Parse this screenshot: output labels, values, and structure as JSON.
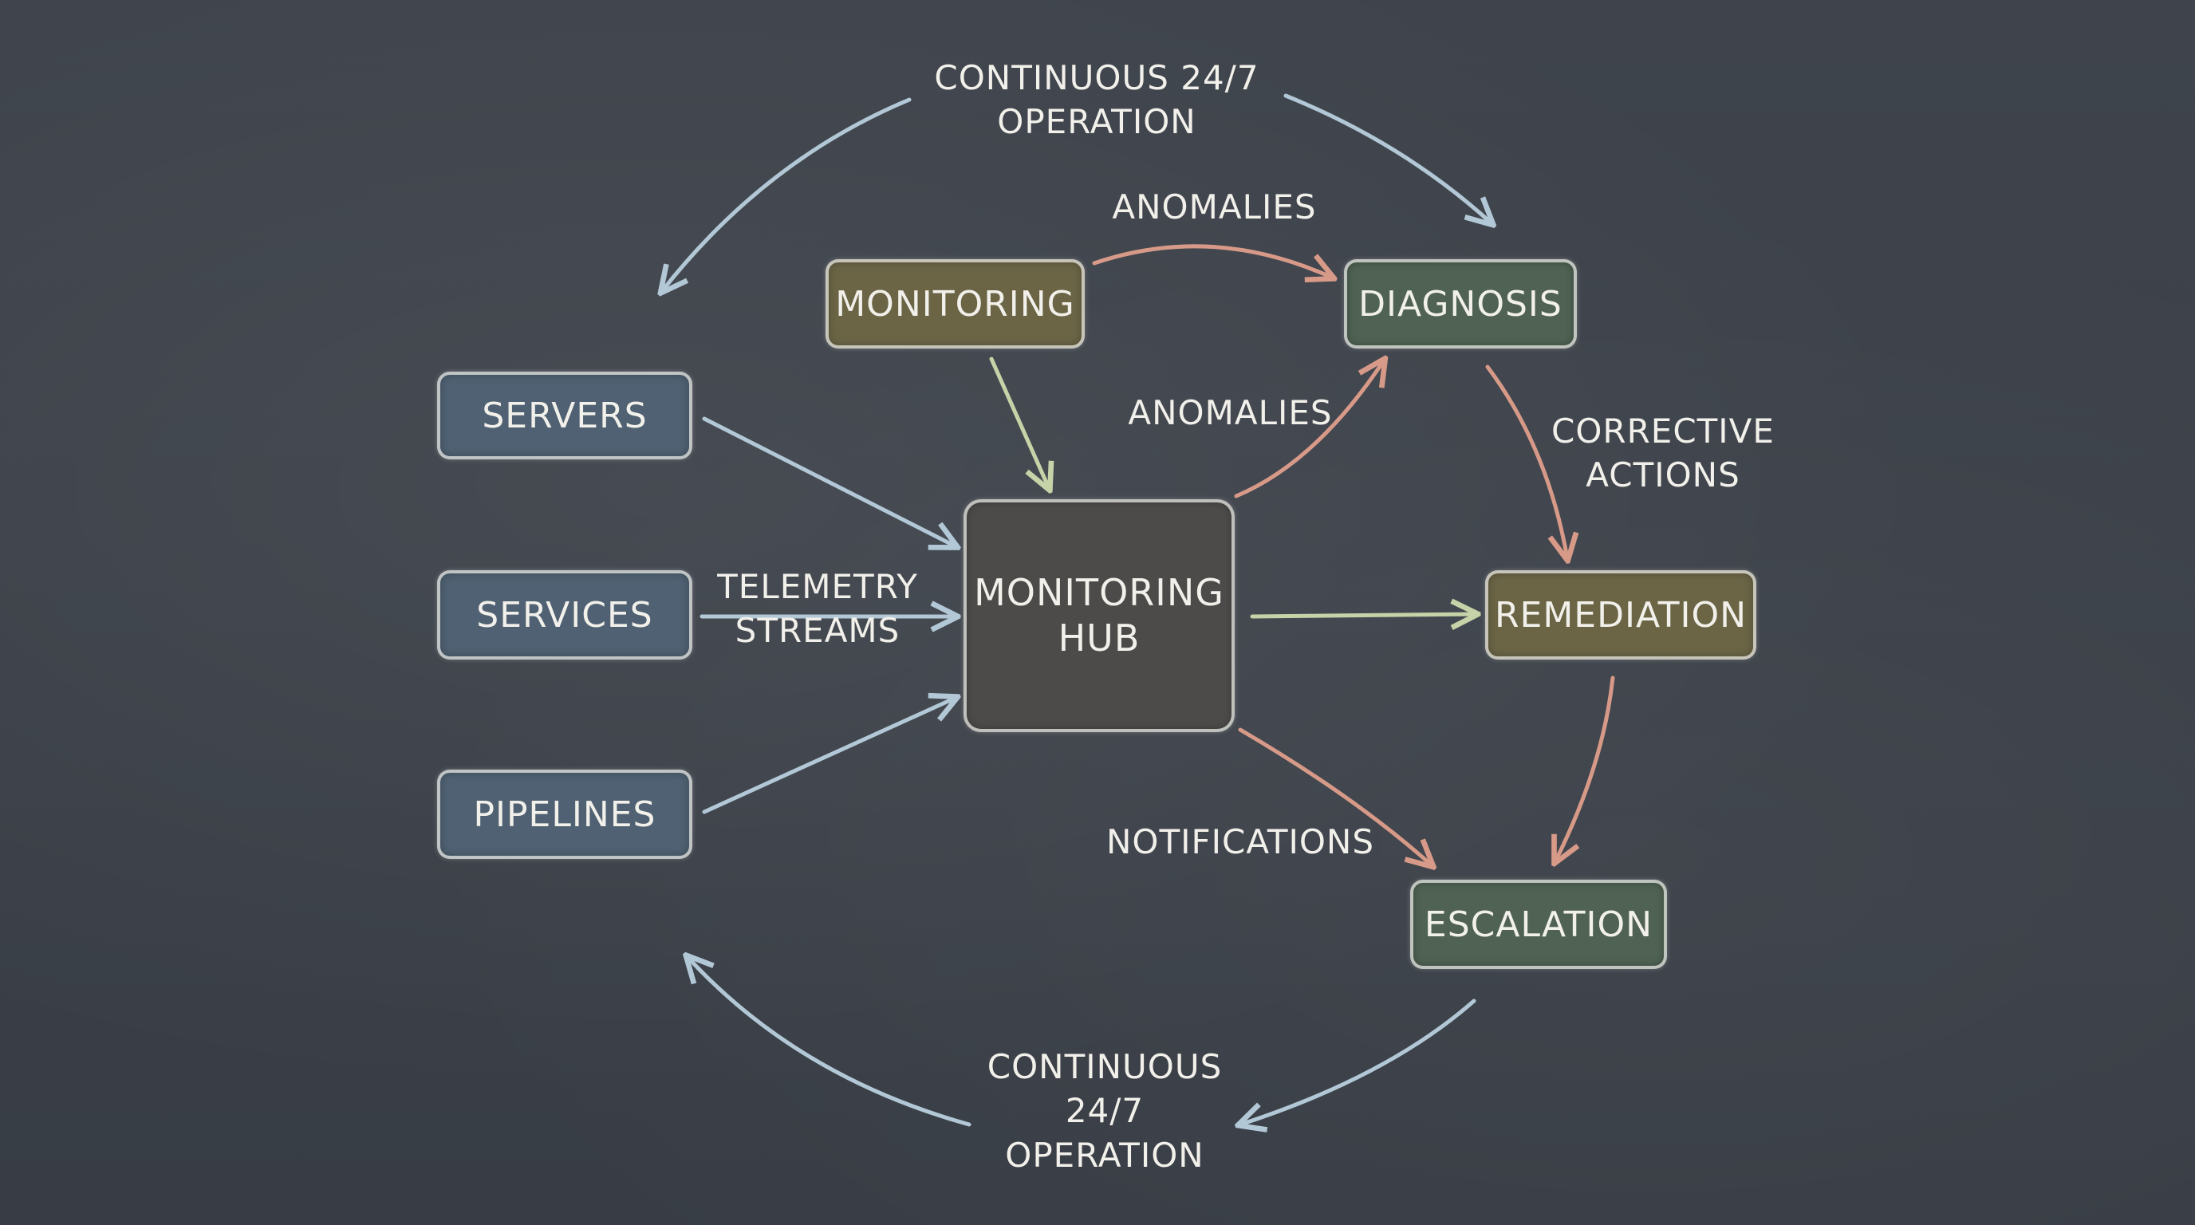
{
  "colors": {
    "background": "#3b4048",
    "source_box": "#4f6172",
    "olive_box": "#6b6546",
    "green_box": "#4f6253",
    "hub_box": "#4d4b4a",
    "chalk_blue_arrow": "#b3c8d6",
    "chalk_green_arrow": "#c6d3a8",
    "chalk_red_arrow": "#d89a88"
  },
  "nodes": {
    "servers": "SERVERS",
    "services": "SERVICES",
    "pipelines": "PIPELINES",
    "monitoring": "MONITORING",
    "hub": "MONITORING\nHUB",
    "diagnosis": "DIAGNOSIS",
    "remediation": "REMEDIATION",
    "escalation": "ESCALATION"
  },
  "labels": {
    "top_cycle": "CONTINUOUS 24/7\nOPERATION",
    "anomalies_top": "ANOMALIES",
    "anomalies_mid": "ANOMALIES",
    "telemetry": "TELEMETRY\nSTREAMS",
    "corrective": "CORRECTIVE\nACTIONS",
    "notifications": "NOTIFICATIONS",
    "bottom_cycle": "CONTINUOUS\n24/7\nOPERATION"
  }
}
